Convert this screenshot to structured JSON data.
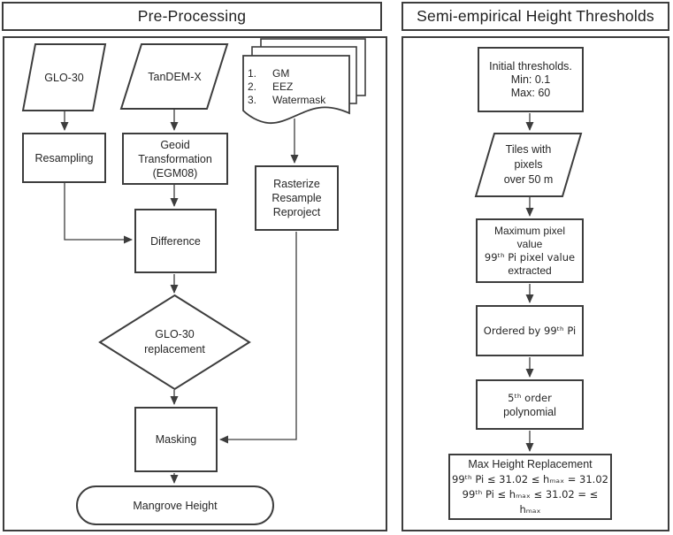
{
  "colors": {
    "stroke": "#3d3d3d",
    "text": "#262626",
    "background": "#ffffff"
  },
  "panels": {
    "left": {
      "title": "Pre-Processing"
    },
    "right": {
      "title": "Semi-empirical Height Thresholds"
    }
  },
  "left": {
    "glo30": {
      "label": "GLO-30"
    },
    "tandemx": {
      "label": "TanDEM-X"
    },
    "datasets": {
      "items": [
        {
          "num": "1.",
          "label": "GM"
        },
        {
          "num": "2.",
          "label": "EEZ"
        },
        {
          "num": "3.",
          "label": "Watermask"
        }
      ]
    },
    "resampling": {
      "label": "Resampling"
    },
    "geoid": {
      "lines": [
        "Geoid",
        "Transformation",
        "(EGM08)"
      ]
    },
    "rasterize": {
      "lines": [
        "Rasterize",
        "Resample",
        "Reproject"
      ]
    },
    "difference": {
      "label": "Difference"
    },
    "decision": {
      "lines": [
        "GLO-30",
        "replacement"
      ]
    },
    "masking": {
      "label": "Masking"
    },
    "mangrove": {
      "label": "Mangrove Height"
    }
  },
  "right": {
    "initial": {
      "lines": [
        "Initial thresholds.",
        "Min: 0.1",
        "Max: 60"
      ]
    },
    "tiles": {
      "lines": [
        "Tiles with",
        "pixels",
        "over 50 m"
      ]
    },
    "max_pixel": {
      "lines": [
        "Maximum pixel",
        "value",
        "99ᵗʰ Pi pixel value",
        "extracted"
      ]
    },
    "ordered": {
      "label": "Ordered by 99ᵗʰ Pi"
    },
    "polynomial": {
      "lines": [
        "5ᵗʰ order",
        "polynomial"
      ]
    },
    "max_height": {
      "lines": [
        "Max Height Replacement",
        "99ᵗʰ Pi ≤ 31.02 ≤ hₘₐₓ = 31.02",
        "99ᵗʰ Pi ≤ hₘₐₓ ≤ 31.02 = ≤ hₘₐₓ"
      ]
    }
  }
}
